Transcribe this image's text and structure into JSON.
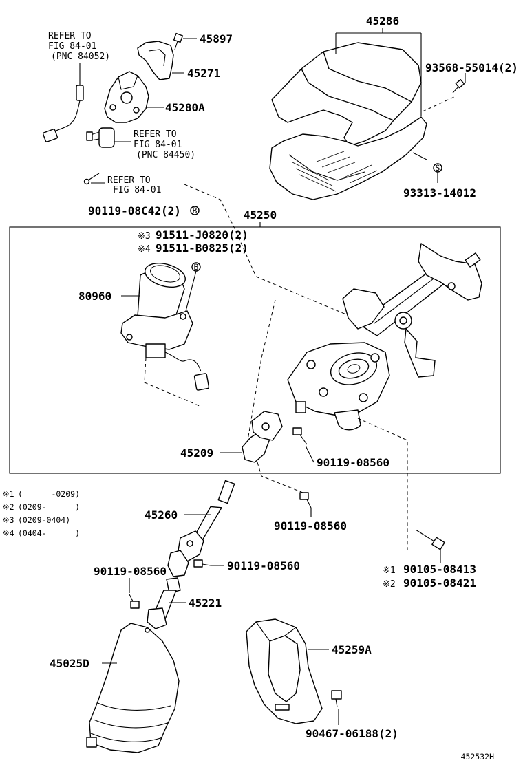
{
  "figure_code": "452532H",
  "box_label": "45250",
  "parts": {
    "p45286": "45286",
    "p45897": "45897",
    "p45271": "45271",
    "p45280A": "45280A",
    "p93568": "93568-55014(2)",
    "p93313": "93313-14012",
    "p90119_08C42": "90119-08C42(2)",
    "p91511_J0820": "91511-J0820(2)",
    "p91511_B0825": "91511-B0825(2)",
    "p80960": "80960",
    "p45209": "45209",
    "p90119_08560_a": "90119-08560",
    "p90119_08560_b": "90119-08560",
    "p45260": "45260",
    "p90119_08560_c": "90119-08560",
    "p90119_08560_d": "90119-08560",
    "p45221": "45221",
    "p90105_08413": "90105-08413",
    "p90105_08421": "90105-08421",
    "p45025D": "45025D",
    "p45259A": "45259A",
    "p90467": "90467-06188(2)"
  },
  "refer": {
    "r1": {
      "line1": "REFER TO",
      "line2": "FIG 84-01",
      "line3": "(PNC 84052)"
    },
    "r2": {
      "line1": "REFER TO",
      "line2": "FIG 84-01",
      "line3": "(PNC 84450)"
    },
    "r3": {
      "line1": "REFER TO",
      "line2": "FIG 84-01"
    }
  },
  "circle_marks": {
    "b": "B",
    "s": "S"
  },
  "note_marks": {
    "n1": "※1",
    "n2": "※2",
    "n3": "※3",
    "n4": "※4"
  },
  "legend": [
    {
      "mark": "※1",
      "range": "(      -0209)"
    },
    {
      "mark": "※2",
      "range": "(0209-      )"
    },
    {
      "mark": "※3",
      "range": "(0209-0404)"
    },
    {
      "mark": "※4",
      "range": "(0404-      )"
    }
  ]
}
